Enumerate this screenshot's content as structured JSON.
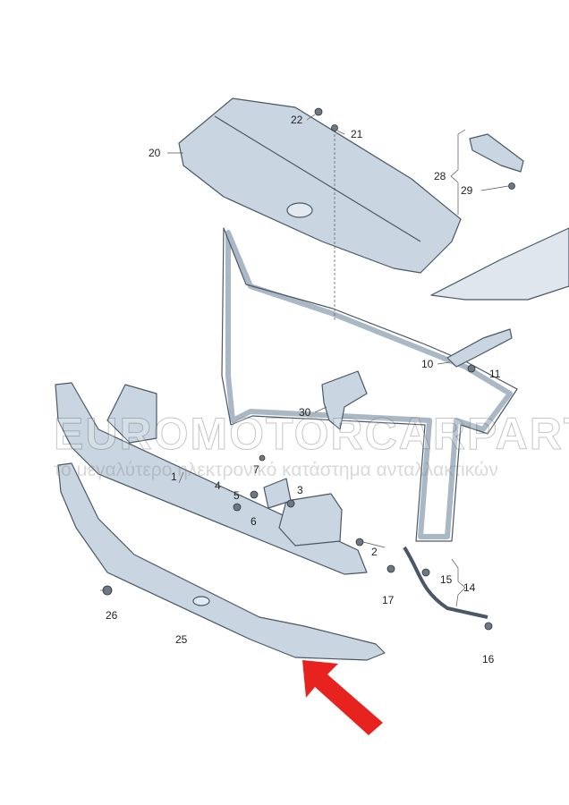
{
  "diagram": {
    "part_labels": [
      "1",
      "2",
      "3",
      "4",
      "5",
      "6",
      "7",
      "10",
      "11",
      "14",
      "15",
      "16",
      "17",
      "20",
      "21",
      "22",
      "25",
      "26",
      "28",
      "29",
      "30"
    ],
    "highlight_color": "#e8231f",
    "part_fill": "#c9d6e2",
    "part_stroke": "#4a5866"
  },
  "watermark": {
    "title": "EUROMOTORCARPARTS.GR",
    "subtitle": "το μεγαλύτερο ηλεκτρονικό κατάστημα ανταλλακτικών"
  }
}
